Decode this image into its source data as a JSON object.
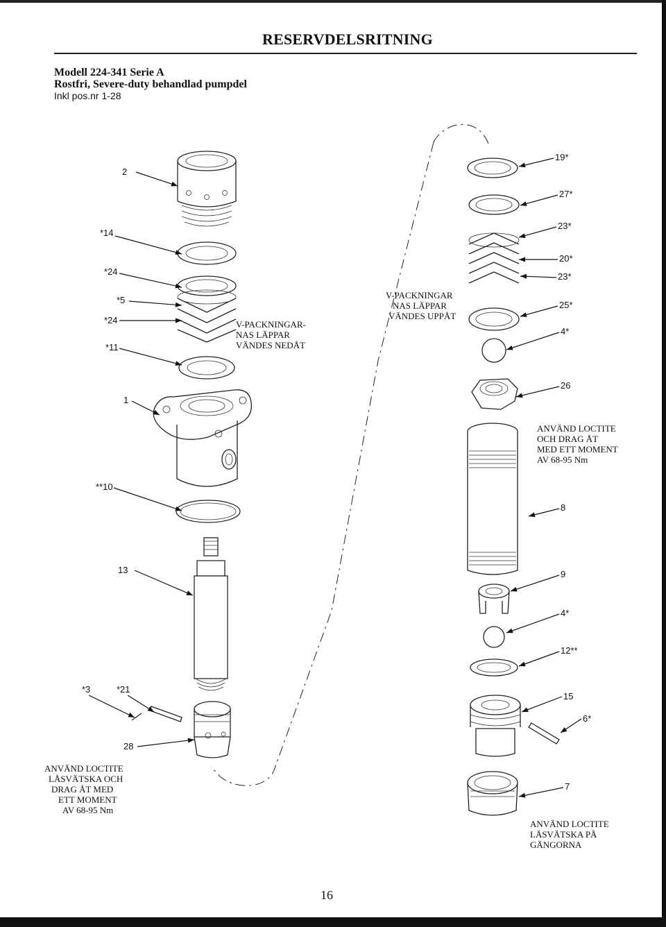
{
  "header": {
    "title": "RESERVDELSRITNING"
  },
  "model": {
    "line1_bold": "Modell 224-341",
    "line1_rest": "Serie A",
    "line2": "Rostfri, Severe-duty behandlad pumpdel",
    "line3": "Inkl pos.nr 1-28"
  },
  "callouts": {
    "left": [
      "2",
      "*14",
      "*24",
      "*5",
      "*24",
      "*11",
      "1",
      "**10",
      "13",
      "*3",
      "*21",
      "28"
    ],
    "right": [
      "19*",
      "27*",
      "23*",
      "20*",
      "23*",
      "25*",
      "4*",
      "26",
      "8",
      "9",
      "4*",
      "12**",
      "15",
      "6*",
      "7"
    ]
  },
  "notes": {
    "vpack_down": [
      "V-PACKNINGAR-",
      "NAS LÄPPAR",
      "VÄNDES NEDÅT"
    ],
    "vpack_up": [
      "V-PACKNINGAR",
      "NAS LÄPPAR",
      "VÄNDES UPPÅT"
    ],
    "loctite_torque_right": [
      "ANVÄND LOCTITE",
      "OCH DRAG ÅT",
      "MED ETT MOMENT",
      "AV 68-95 Nm"
    ],
    "loctite_torque_left": [
      "ANVÄND LOCTITE",
      "LÅSVÄTSKA OCH",
      "DRAG ÅT MED",
      "ETT MOMENT",
      "AV 68-95 Nm"
    ],
    "loctite_threads": [
      "ANVÄND LOCTITE",
      "LÅSVÄTSKA PÅ",
      "GÄNGORNA"
    ]
  },
  "page": {
    "number": "16"
  }
}
